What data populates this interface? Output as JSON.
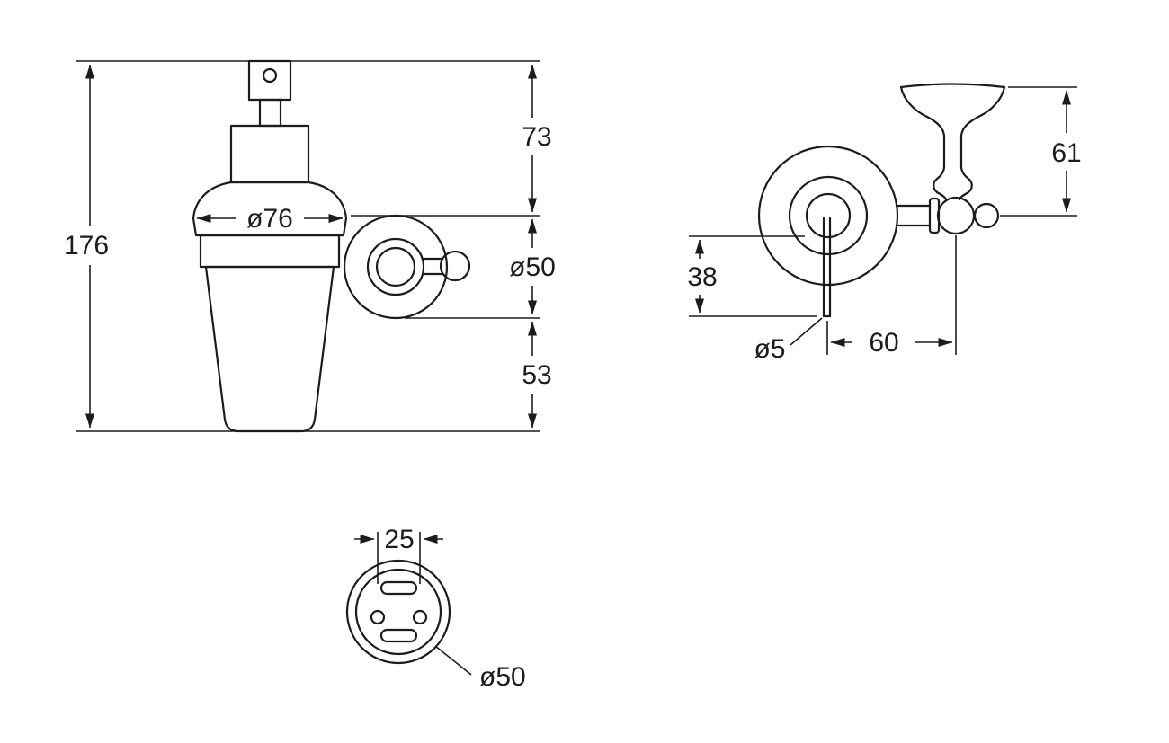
{
  "dimensions": {
    "front": {
      "total_height": "176",
      "pump_height": "73",
      "body_diameter": "ø76",
      "holder_diameter": "ø50",
      "lower_height": "53"
    },
    "side": {
      "cup_height": "61",
      "pin_drop": "38",
      "pin_diameter": "ø5",
      "arm_offset": "60"
    },
    "back_plate": {
      "hole_spacing": "25",
      "plate_diameter": "ø50"
    }
  },
  "colors": {
    "line": "#1c1c1c",
    "background": "#ffffff"
  }
}
